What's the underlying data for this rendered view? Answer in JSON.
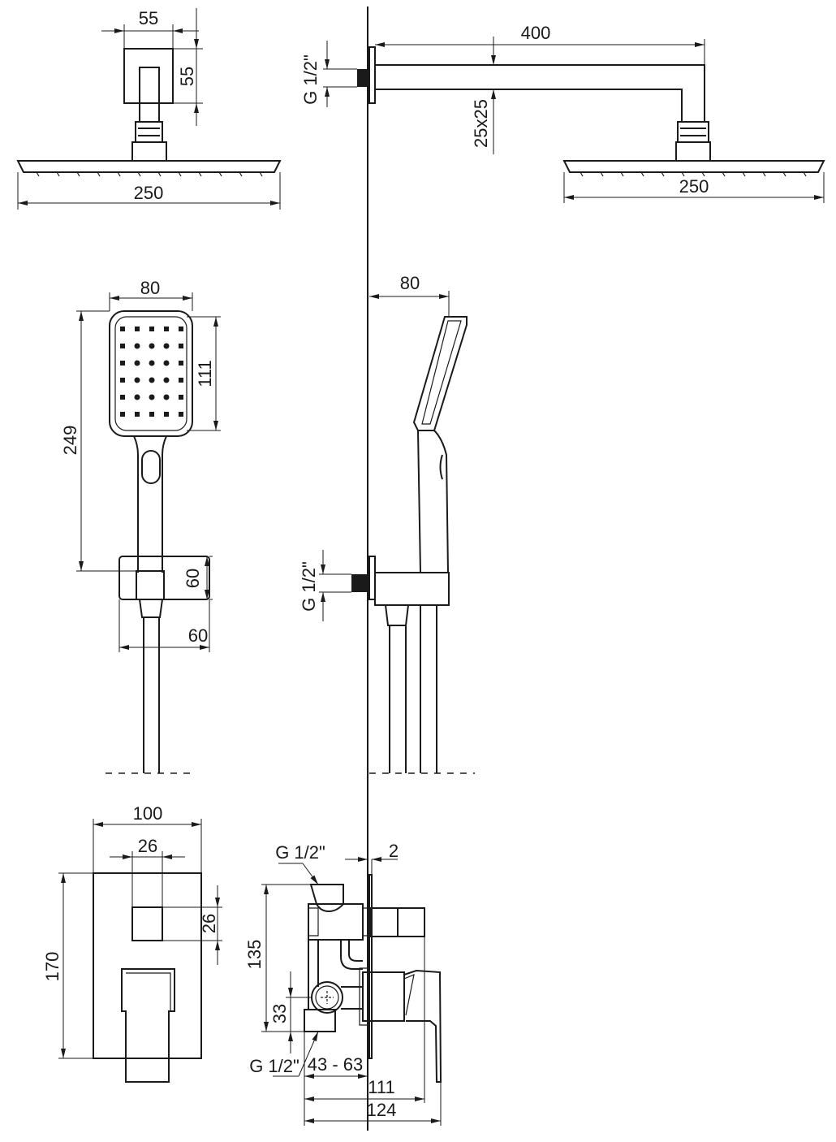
{
  "drawing": {
    "overhead_front": {
      "width": "55",
      "height": "55",
      "head_width": "250"
    },
    "overhead_side": {
      "thread": "G 1/2\"",
      "arm_length": "400",
      "arm_section": "25x25",
      "head_width": "250"
    },
    "hand_front": {
      "head_width": "80",
      "head_height": "111",
      "total_height": "249",
      "holder_height": "60",
      "holder_width": "60"
    },
    "hand_side": {
      "offset": "80",
      "thread": "G 1/2\""
    },
    "mixer_front": {
      "plate_width": "100",
      "knob_width": "26",
      "knob_height": "26",
      "plate_height": "170"
    },
    "mixer_side": {
      "thread_inlet": "G 1/2\"",
      "plate_thickness": "2",
      "body_height": "135",
      "outlet_height": "33",
      "thread_outlet": "G 1/2\"",
      "install_depth": "43 - 63",
      "depth_knob": "111",
      "depth_lever": "124"
    }
  }
}
